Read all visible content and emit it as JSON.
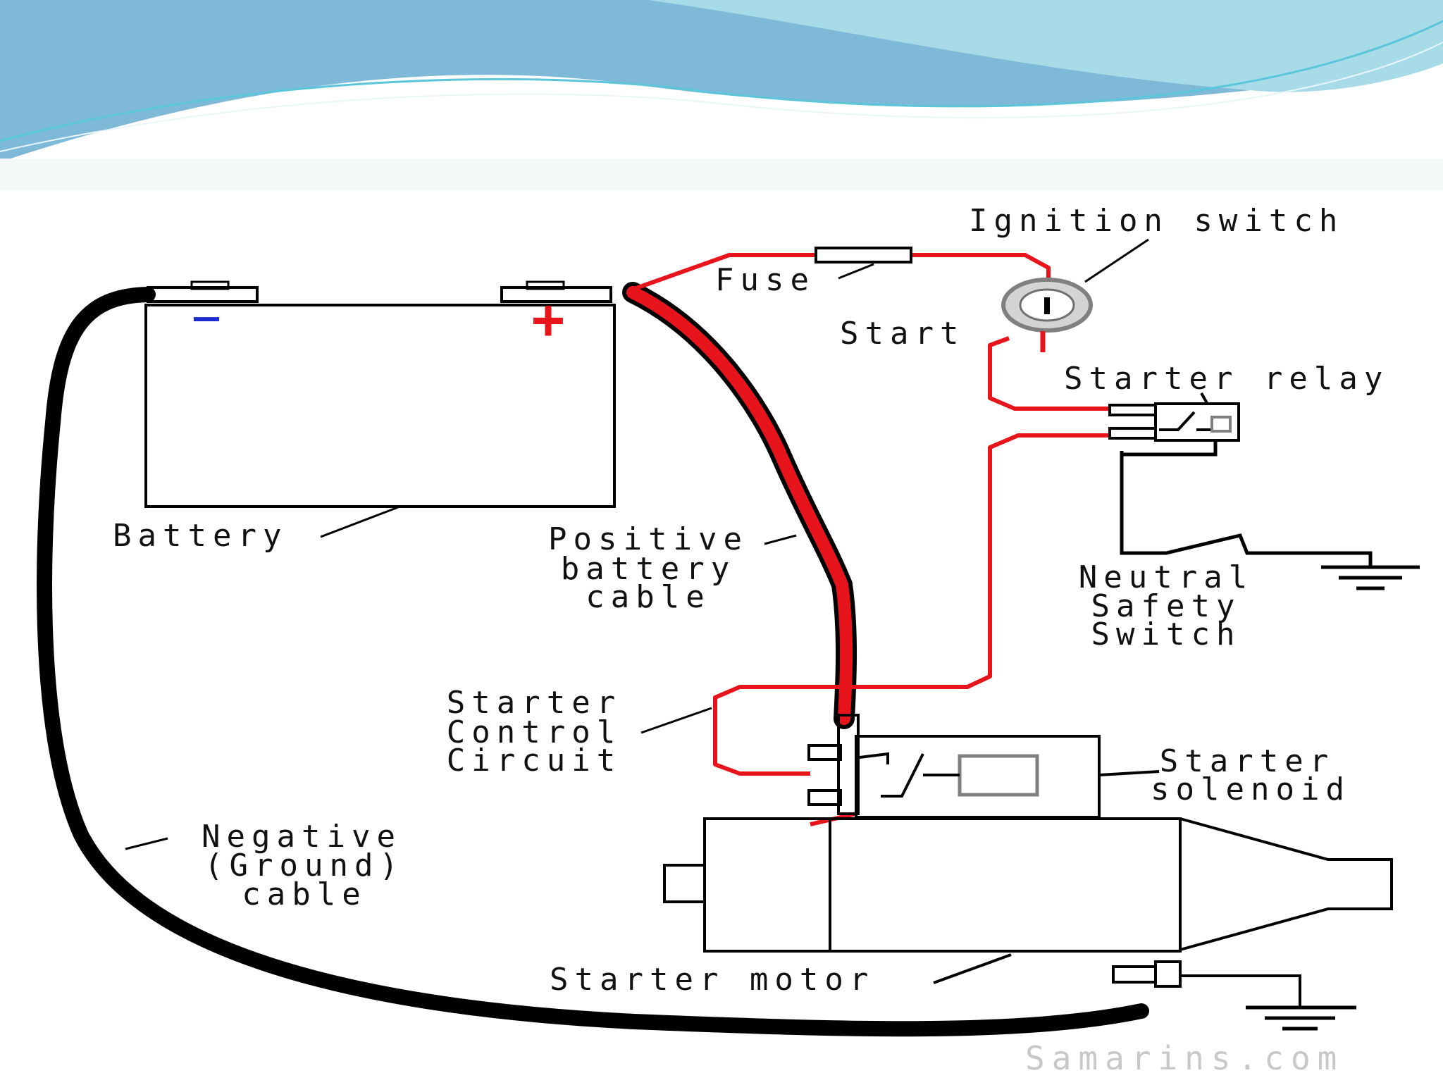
{
  "colors": {
    "wire_red": "#e8141c",
    "cable_black": "#000000",
    "banner_teal": "#6fd3e4",
    "banner_blue": "#7fb9d8",
    "negative_mark": "#1a2bd0",
    "watermark": "#c8c8c8"
  },
  "labels": {
    "ignition_switch": "Ignition switch",
    "fuse": "Fuse",
    "start": "Start",
    "starter_relay": "Starter relay",
    "battery": "Battery",
    "positive_cable_1": "Positive",
    "positive_cable_2": "battery",
    "positive_cable_3": "cable",
    "neutral_1": "Neutral",
    "neutral_2": "Safety",
    "neutral_3": "Switch",
    "control_1": "Starter",
    "control_2": "Control",
    "control_3": "Circuit",
    "solenoid_1": "Starter",
    "solenoid_2": "solenoid",
    "negative_1": "Negative",
    "negative_2": "(Ground)",
    "negative_3": "cable",
    "starter_motor": "Starter motor",
    "battery_negative_sign": "−",
    "battery_positive_sign": "+",
    "watermark": "Samarins.com"
  }
}
